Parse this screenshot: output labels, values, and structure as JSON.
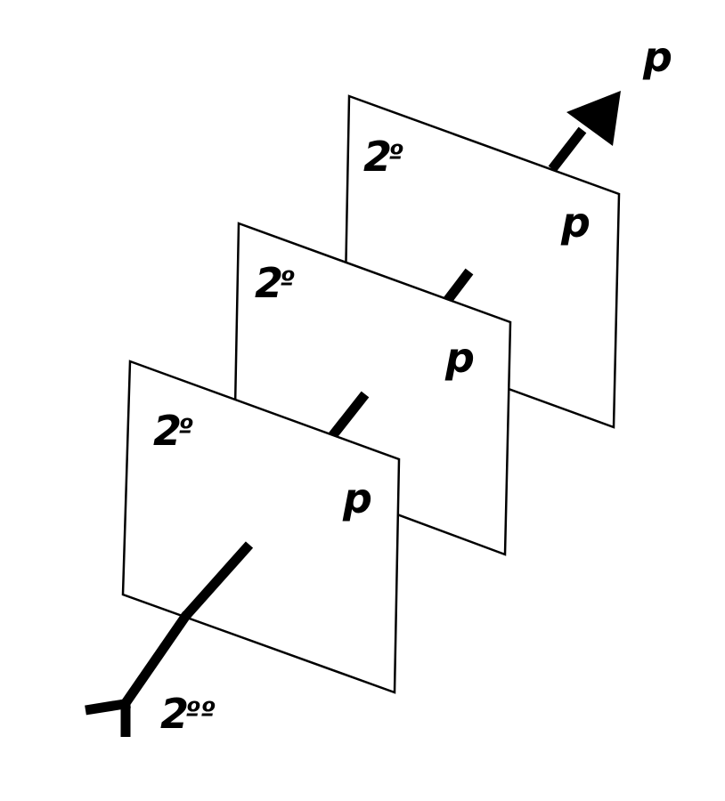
{
  "diagram": {
    "planes": [
      {
        "principal": "2",
        "ordinal": "º",
        "plane_label": "p"
      },
      {
        "principal": "2",
        "ordinal": "º",
        "plane_label": "p"
      },
      {
        "principal": "2",
        "ordinal": "º",
        "plane_label": "p"
      }
    ],
    "arrow_label": "p",
    "source_label": {
      "principal": "2",
      "ordinals": "ºº"
    },
    "colors": {
      "stroke": "#000000",
      "fill": "#ffffff"
    }
  }
}
